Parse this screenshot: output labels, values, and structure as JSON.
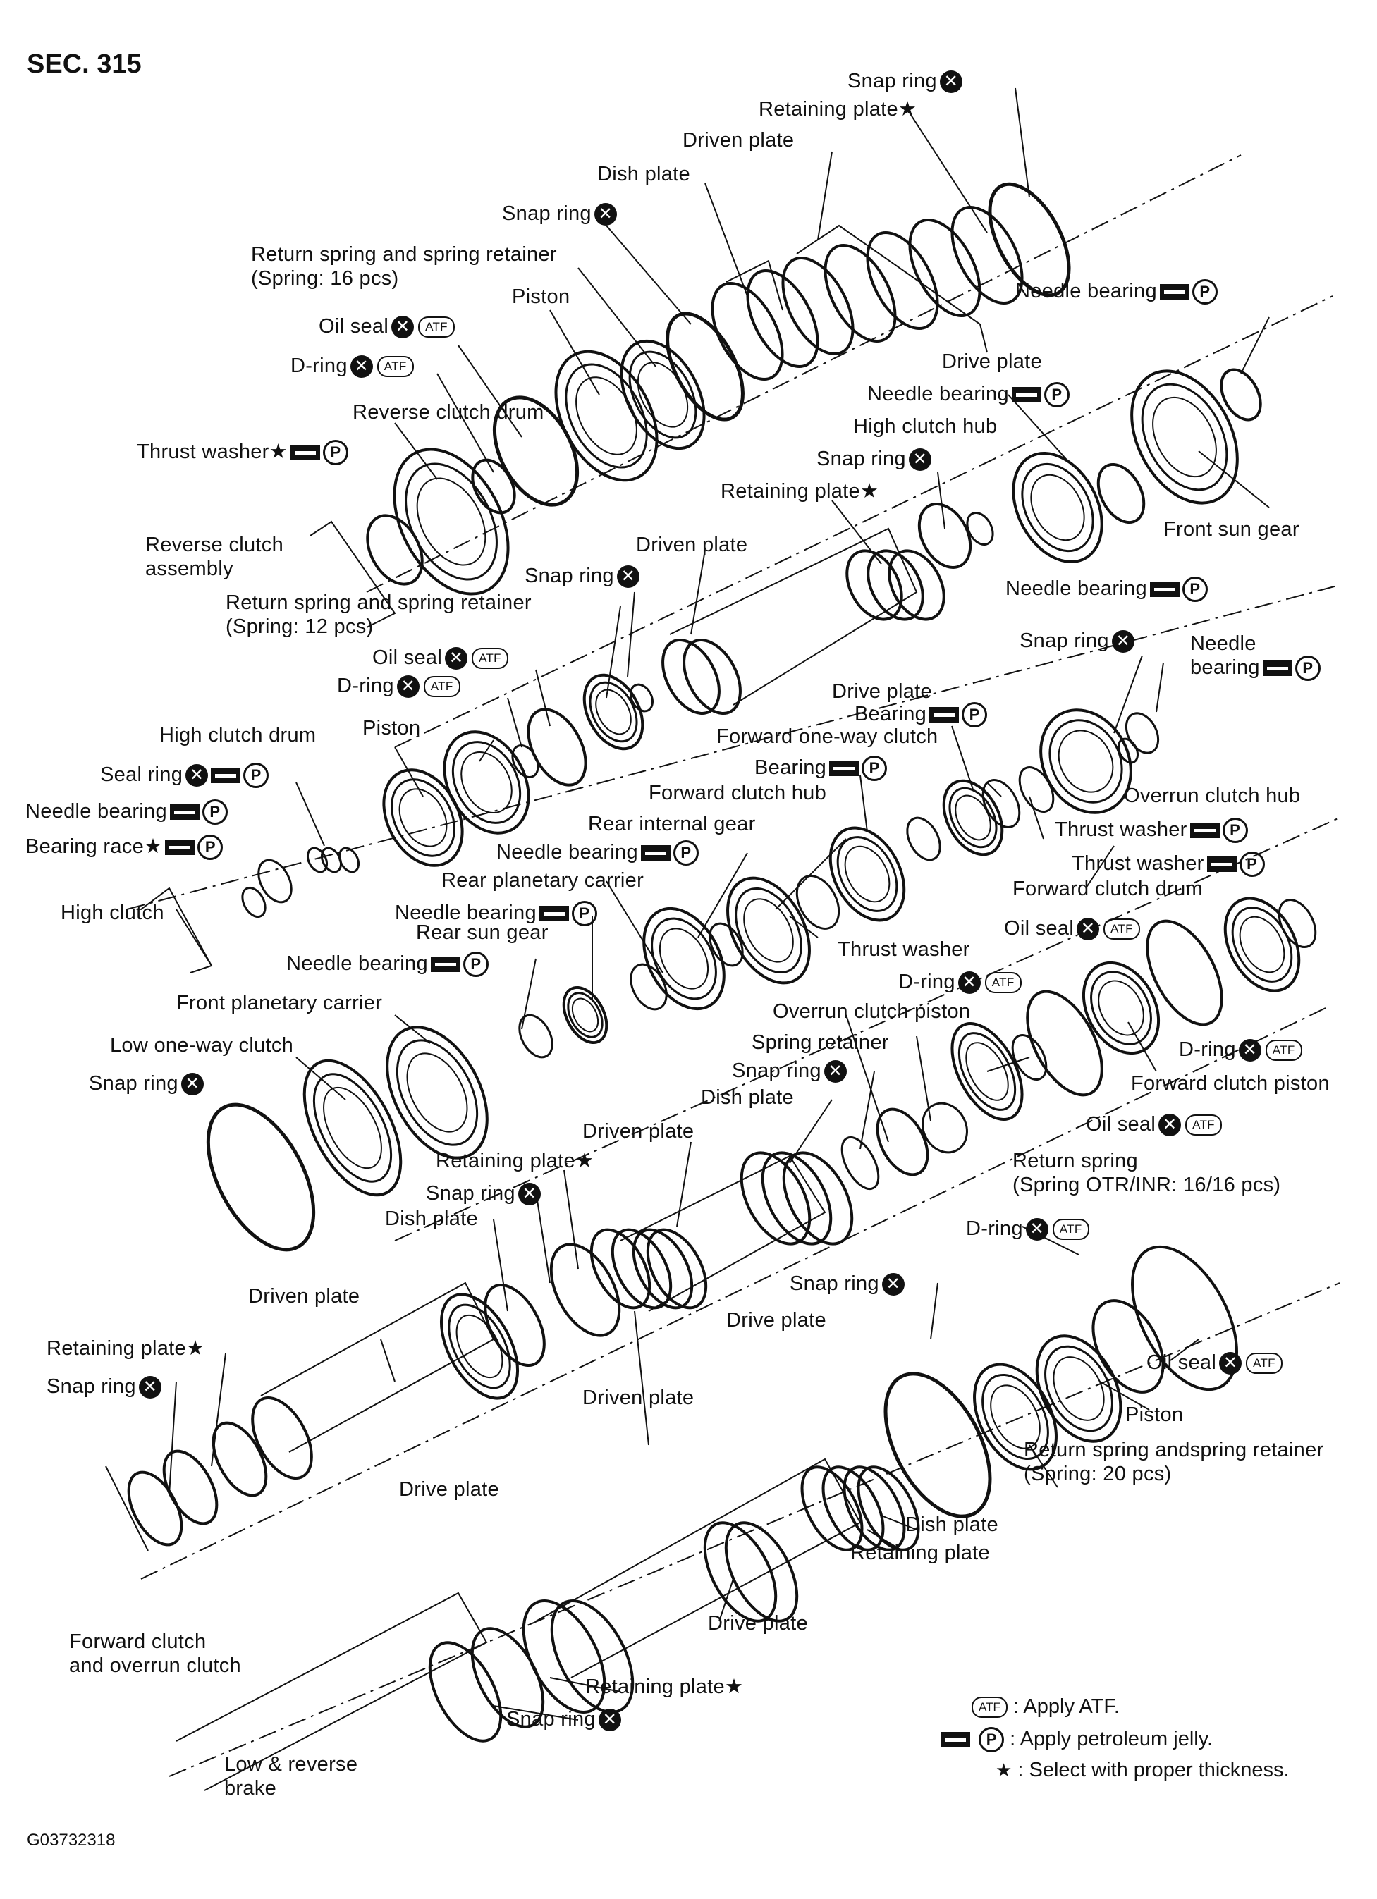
{
  "section": "SEC. 315",
  "figure_code": "G03732318",
  "legend": {
    "atf_symbol": "ATF",
    "atf_text": ": Apply ATF.",
    "p_symbol": "P",
    "p_text": ": Apply petroleum jelly.",
    "star_symbol": "★",
    "star_text": ": Select with proper thickness."
  },
  "labels": [
    {
      "text": "Snap ring",
      "icons": "x"
    },
    {
      "text": "Retaining plate★",
      "icons": ""
    },
    {
      "text": "Driven plate",
      "icons": ""
    },
    {
      "text": "Dish plate",
      "icons": ""
    },
    {
      "text": "Snap ring",
      "icons": "x"
    },
    {
      "text": "Return spring and spring retainer\n(Spring: 16 pcs)",
      "icons": ""
    },
    {
      "text": "Piston",
      "icons": ""
    },
    {
      "text": "Oil seal",
      "icons": "xa"
    },
    {
      "text": "D-ring",
      "icons": "xa"
    },
    {
      "text": "Reverse clutch drum",
      "icons": ""
    },
    {
      "text": "Thrust washer★",
      "icons": "gp"
    },
    {
      "text": "Needle bearing",
      "icons": "gp"
    },
    {
      "text": "Drive plate",
      "icons": ""
    },
    {
      "text": "Needle bearing",
      "icons": "gp"
    },
    {
      "text": "High clutch hub",
      "icons": ""
    },
    {
      "text": "Snap ring",
      "icons": "x"
    },
    {
      "text": "Retaining plate★",
      "icons": ""
    },
    {
      "text": "Front sun gear",
      "icons": ""
    },
    {
      "text": "Reverse clutch\nassembly",
      "icons": ""
    },
    {
      "text": "Driven plate",
      "icons": ""
    },
    {
      "text": "Snap ring",
      "icons": "x"
    },
    {
      "text": "Needle bearing",
      "icons": "gp"
    },
    {
      "text": "Return spring and spring retainer\n(Spring: 12 pcs)",
      "icons": ""
    },
    {
      "text": "Snap ring",
      "icons": "x"
    },
    {
      "text": "Needle\nbearing",
      "icons": "gp"
    },
    {
      "text": "Oil seal",
      "icons": "xa"
    },
    {
      "text": "D-ring",
      "icons": "xa"
    },
    {
      "text": "Drive plate",
      "icons": ""
    },
    {
      "text": "Bearing",
      "icons": "gp"
    },
    {
      "text": "Forward one-way clutch",
      "icons": ""
    },
    {
      "text": "High clutch drum",
      "icons": ""
    },
    {
      "text": "Piston",
      "icons": ""
    },
    {
      "text": "Seal ring",
      "icons": "xgp"
    },
    {
      "text": "Bearing",
      "icons": "gp"
    },
    {
      "text": "Forward clutch hub",
      "icons": ""
    },
    {
      "text": "Overrun clutch hub",
      "icons": ""
    },
    {
      "text": "Needle bearing",
      "icons": "gp"
    },
    {
      "text": "Rear internal gear",
      "icons": ""
    },
    {
      "text": "Thrust washer",
      "icons": "gp"
    },
    {
      "text": "Bearing race★",
      "icons": "gp"
    },
    {
      "text": "Needle bearing",
      "icons": "gp"
    },
    {
      "text": "Thrust washer",
      "icons": "gp"
    },
    {
      "text": "Rear planetary carrier",
      "icons": ""
    },
    {
      "text": "Forward clutch drum",
      "icons": ""
    },
    {
      "text": "High clutch",
      "icons": ""
    },
    {
      "text": "Needle bearing",
      "icons": "gp"
    },
    {
      "text": "Rear sun gear",
      "icons": ""
    },
    {
      "text": "Thrust washer",
      "icons": ""
    },
    {
      "text": "Oil seal",
      "icons": "xa"
    },
    {
      "text": "Needle bearing",
      "icons": "gp"
    },
    {
      "text": "D-ring",
      "icons": "xa"
    },
    {
      "text": "Front planetary carrier",
      "icons": ""
    },
    {
      "text": "Overrun clutch piston",
      "icons": ""
    },
    {
      "text": "Low one-way clutch",
      "icons": ""
    },
    {
      "text": "Spring retainer",
      "icons": ""
    },
    {
      "text": "D-ring",
      "icons": "xa"
    },
    {
      "text": "Snap ring",
      "icons": "x"
    },
    {
      "text": "Snap ring",
      "icons": "x"
    },
    {
      "text": "Dish plate",
      "icons": ""
    },
    {
      "text": "Forward clutch piston",
      "icons": ""
    },
    {
      "text": "Driven plate",
      "icons": ""
    },
    {
      "text": "Oil seal",
      "icons": "xa"
    },
    {
      "text": "Retaining plate★",
      "icons": ""
    },
    {
      "text": "Return spring\n(Spring OTR/INR: 16/16 pcs)",
      "icons": ""
    },
    {
      "text": "Snap ring",
      "icons": "x"
    },
    {
      "text": "Dish plate",
      "icons": ""
    },
    {
      "text": "D-ring",
      "icons": "xa"
    },
    {
      "text": "Snap ring",
      "icons": "x"
    },
    {
      "text": "Driven plate",
      "icons": ""
    },
    {
      "text": "Drive plate",
      "icons": ""
    },
    {
      "text": "Retaining plate★",
      "icons": ""
    },
    {
      "text": "Oil seal",
      "icons": "xa"
    },
    {
      "text": "Snap ring",
      "icons": "x"
    },
    {
      "text": "Driven plate",
      "icons": ""
    },
    {
      "text": "Piston",
      "icons": ""
    },
    {
      "text": "Return spring andspring retainer\n(Spring: 20 pcs)",
      "icons": ""
    },
    {
      "text": "Drive plate",
      "icons": ""
    },
    {
      "text": "Dish plate",
      "icons": ""
    },
    {
      "text": "Retaining plate",
      "icons": ""
    },
    {
      "text": "Drive plate",
      "icons": ""
    },
    {
      "text": "Forward clutch\nand overrun clutch",
      "icons": ""
    },
    {
      "text": "Retaining plate★",
      "icons": ""
    },
    {
      "text": "Snap ring",
      "icons": "x"
    },
    {
      "text": "Low & reverse\nbrake",
      "icons": ""
    }
  ]
}
